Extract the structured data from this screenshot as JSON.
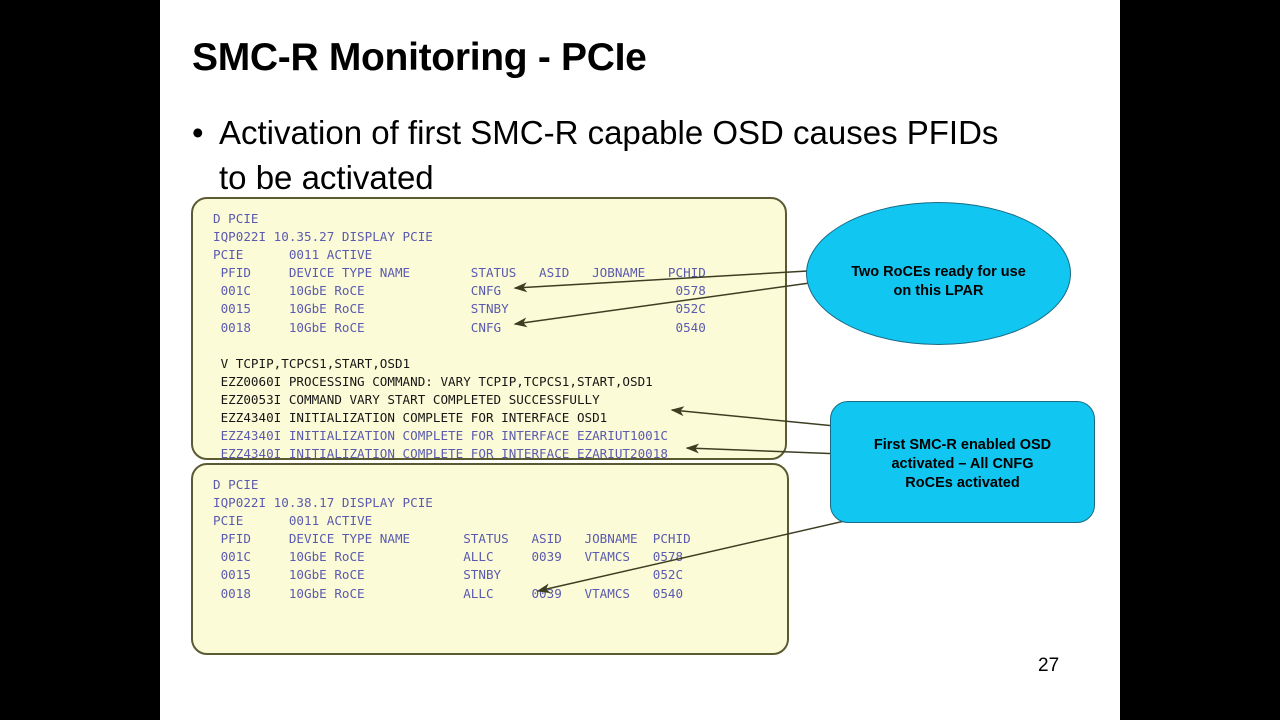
{
  "slide": {
    "title": "SMC-R Monitoring - PCIe",
    "page_number": "27",
    "bullet": {
      "marker": "•",
      "text": "Activation of first SMC-R capable OSD causes PFIDs to be activated"
    },
    "colors": {
      "letterbox": "#000000",
      "slide_background": "#ffffff",
      "console_fill": "#fcfbd7",
      "console_border": "#5b5b33",
      "console_text_blue": "#5a5ab0",
      "console_text_black": "#161616",
      "callout_fill": "#11c6f0",
      "callout_border": "#1a6a86",
      "arrow": "#3d3d22"
    }
  },
  "console_1": {
    "lines": [
      {
        "text": "D PCIE",
        "color": "blue"
      },
      {
        "text": "IQP022I 10.35.27 DISPLAY PCIE",
        "color": "blue"
      },
      {
        "text": "PCIE      0011 ACTIVE",
        "color": "blue"
      },
      {
        "text": " PFID     DEVICE TYPE NAME        STATUS   ASID   JOBNAME   PCHID",
        "color": "blue"
      },
      {
        "text": " 001C     10GbE RoCE              CNFG                       0578",
        "color": "blue"
      },
      {
        "text": " 0015     10GbE RoCE              STNBY                      052C",
        "color": "blue"
      },
      {
        "text": " 0018     10GbE RoCE              CNFG                       0540",
        "color": "blue"
      },
      {
        "text": " ",
        "color": "gap"
      },
      {
        "text": " V TCPIP,TCPCS1,START,OSD1",
        "color": "black"
      },
      {
        "text": " EZZ0060I PROCESSING COMMAND: VARY TCPIP,TCPCS1,START,OSD1",
        "color": "black"
      },
      {
        "text": " EZZ0053I COMMAND VARY START COMPLETED SUCCESSFULLY",
        "color": "black"
      },
      {
        "text": " EZZ4340I INITIALIZATION COMPLETE FOR INTERFACE OSD1",
        "color": "black"
      },
      {
        "text": " EZZ4340I INITIALIZATION COMPLETE FOR INTERFACE EZARIUT1001C",
        "color": "blue"
      },
      {
        "text": " EZZ4340I INITIALIZATION COMPLETE FOR INTERFACE EZARIUT20018",
        "color": "blue"
      }
    ]
  },
  "console_2": {
    "lines": [
      {
        "text": "D PCIE",
        "color": "blue"
      },
      {
        "text": "IQP022I 10.38.17 DISPLAY PCIE",
        "color": "blue"
      },
      {
        "text": "PCIE      0011 ACTIVE",
        "color": "blue"
      },
      {
        "text": " PFID     DEVICE TYPE NAME       STATUS   ASID   JOBNAME  PCHID",
        "color": "blue"
      },
      {
        "text": " 001C     10GbE RoCE             ALLC     0039   VTAMCS   0578",
        "color": "blue"
      },
      {
        "text": " 0015     10GbE RoCE             STNBY                    052C",
        "color": "blue"
      },
      {
        "text": " 0018     10GbE RoCE             ALLC     0039   VTAMCS   0540",
        "color": "blue"
      }
    ]
  },
  "callouts": {
    "ellipse": {
      "line_1": "Two RoCEs ready for use",
      "line_2": "on this LPAR"
    },
    "rect": {
      "line_1": "First SMC-R enabled OSD",
      "line_2": "activated – All CNFG",
      "line_3": "RoCEs activated"
    }
  }
}
